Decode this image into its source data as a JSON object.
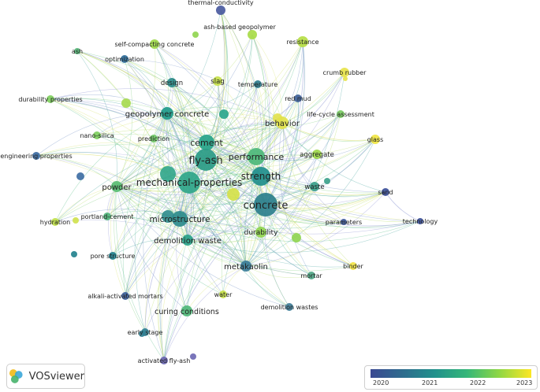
{
  "app": {
    "name": "VOSviewer"
  },
  "overlay_scale": {
    "ticks": [
      "2020",
      "2021",
      "2022",
      "2023"
    ],
    "colors": [
      "#3b4992",
      "#2e6c8e",
      "#21918c",
      "#35b779",
      "#8fd744",
      "#fde725"
    ]
  },
  "nodes": [
    {
      "id": "thermal-conductivity",
      "label": "thermal-conductivity",
      "size": 6,
      "color": "#4a5aa0",
      "label_size": 8
    },
    {
      "id": "self-compacting-concrete",
      "label": "self-compacting concrete",
      "size": 6,
      "color": "#9ed84a",
      "label_size": 8
    },
    {
      "id": "ash-based-geopolymer",
      "label": "ash-based geopolymer",
      "size": 6,
      "color": "#a8db48",
      "label_size": 8
    },
    {
      "id": "resistance",
      "label": "resistance",
      "size": 7,
      "color": "#b6de45",
      "label_size": 8
    },
    {
      "id": "ash",
      "label": "ash",
      "size": 4,
      "color": "#58b77a",
      "label_size": 8
    },
    {
      "id": "optimization",
      "label": "optimization",
      "size": 5,
      "color": "#2e6c9a",
      "label_size": 8
    },
    {
      "id": "crumb-rubber",
      "label": "crumb rubber",
      "size": 6,
      "color": "#e7e34a",
      "label_size": 8
    },
    {
      "id": "design",
      "label": "design",
      "size": 6,
      "color": "#2a8c8a",
      "label_size": 8.5
    },
    {
      "id": "slag",
      "label": "slag",
      "size": 6,
      "color": "#c6e04a",
      "label_size": 8.5
    },
    {
      "id": "temperature",
      "label": "temperature",
      "size": 5,
      "color": "#2c7c8d",
      "label_size": 8
    },
    {
      "id": "durability-properties",
      "label": "durability properties",
      "size": 5,
      "color": "#7fcf5e",
      "label_size": 8
    },
    {
      "id": "red-mud",
      "label": "red mud",
      "size": 5,
      "color": "#3d5f98",
      "label_size": 8
    },
    {
      "id": "geopolymer-concrete",
      "label": "geopolymer concrete",
      "size": 8,
      "color": "#1f9a8a",
      "label_size": 10
    },
    {
      "id": "life-cycle-assessment",
      "label": "life-cycle assessment",
      "size": 5,
      "color": "#79cb62",
      "label_size": 8
    },
    {
      "id": "behavior",
      "label": "behavior",
      "size": 8,
      "color": "#e2e24a",
      "label_size": 10
    },
    {
      "id": "nano-silica",
      "label": "nano-silica",
      "size": 5,
      "color": "#7ecf5d",
      "label_size": 8
    },
    {
      "id": "prediction",
      "label": "prediction",
      "size": 5,
      "color": "#6fc665",
      "label_size": 8
    },
    {
      "id": "cement",
      "label": "cement",
      "size": 10,
      "color": "#27a48a",
      "label_size": 11
    },
    {
      "id": "glass",
      "label": "glass",
      "size": 6,
      "color": "#f0e542",
      "label_size": 8
    },
    {
      "id": "aggregate",
      "label": "aggregate",
      "size": 6,
      "color": "#9cd64a",
      "label_size": 8.5
    },
    {
      "id": "engineering-properties",
      "label": "engineering properties",
      "size": 5,
      "color": "#3b6aa2",
      "label_size": 8
    },
    {
      "id": "fly-ash",
      "label": "fly-ash",
      "size": 14,
      "color": "#2a9b86",
      "label_size": 13
    },
    {
      "id": "performance",
      "label": "performance",
      "size": 11,
      "color": "#4cb77a",
      "label_size": 11
    },
    {
      "id": "strength",
      "label": "strength",
      "size": 12,
      "color": "#1f8e8c",
      "label_size": 12
    },
    {
      "id": "mechanical-properties",
      "label": "mechanical-properties",
      "size": 14,
      "color": "#2fa589",
      "label_size": 12
    },
    {
      "id": "powder",
      "label": "powder",
      "size": 7,
      "color": "#59bd72",
      "label_size": 10
    },
    {
      "id": "waste",
      "label": "waste",
      "size": 6,
      "color": "#3aa08a",
      "label_size": 8.5
    },
    {
      "id": "sand",
      "label": "sand",
      "size": 5,
      "color": "#3b4f98",
      "label_size": 8
    },
    {
      "id": "concrete",
      "label": "concrete",
      "size": 15,
      "color": "#2b7f8c",
      "label_size": 13
    },
    {
      "id": "hydration",
      "label": "hydration",
      "size": 5,
      "color": "#bfe04a",
      "label_size": 8
    },
    {
      "id": "portland-cement",
      "label": "portland-cement",
      "size": 5,
      "color": "#4fb47a",
      "label_size": 8
    },
    {
      "id": "microstructure",
      "label": "microstructure",
      "size": 10,
      "color": "#2c8b8c",
      "label_size": 10.5
    },
    {
      "id": "parameters",
      "label": "parameters",
      "size": 4,
      "color": "#3d5898",
      "label_size": 8
    },
    {
      "id": "technology",
      "label": "technology",
      "size": 4,
      "color": "#3b4f98",
      "label_size": 8
    },
    {
      "id": "durability",
      "label": "durability",
      "size": 7,
      "color": "#8fd44e",
      "label_size": 9
    },
    {
      "id": "demolition-waste",
      "label": "demolition waste",
      "size": 7,
      "color": "#2aa38a",
      "label_size": 10
    },
    {
      "id": "pore-structure",
      "label": "pore structure",
      "size": 5,
      "color": "#1f7f8c",
      "label_size": 8
    },
    {
      "id": "metakaolin",
      "label": "metakaolin",
      "size": 7,
      "color": "#3a7c98",
      "label_size": 10
    },
    {
      "id": "binder",
      "label": "binder",
      "size": 5,
      "color": "#f2e445",
      "label_size": 8
    },
    {
      "id": "mortar",
      "label": "mortar",
      "size": 5,
      "color": "#4fa886",
      "label_size": 8
    },
    {
      "id": "alkali-activated-mortars",
      "label": "alkali-activated mortars",
      "size": 5,
      "color": "#3b5e99",
      "label_size": 8
    },
    {
      "id": "water",
      "label": "water",
      "size": 5,
      "color": "#c8e14a",
      "label_size": 8
    },
    {
      "id": "curing-conditions",
      "label": "curing conditions",
      "size": 7,
      "color": "#4fb77a",
      "label_size": 9.5
    },
    {
      "id": "demolition-wastes",
      "label": "demolition wastes",
      "size": 5,
      "color": "#3f7d97",
      "label_size": 8
    },
    {
      "id": "early-stage",
      "label": "early stage",
      "size": 5,
      "color": "#2f7f92",
      "label_size": 8
    },
    {
      "id": "activated-fly-ash",
      "label": "activated fly-ash",
      "size": 5,
      "color": "#6a66b3",
      "label_size": 8
    }
  ]
}
